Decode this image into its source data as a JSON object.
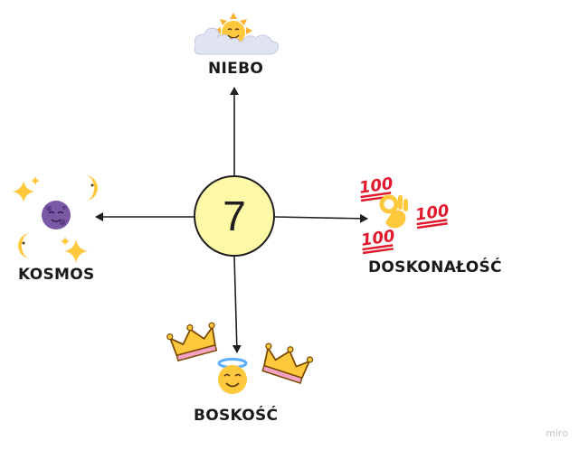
{
  "center": {
    "value": "7"
  },
  "branches": {
    "top": "NIEBO",
    "left": "KOSMOS",
    "right": "DOSKONAŁOŚĆ",
    "bottom": "BOSKOŚĆ"
  },
  "decorations": {
    "top": [
      "sun-behind-cloud-icon"
    ],
    "left": [
      "sparkles-icon",
      "crescent-moon-face-icon",
      "new-moon-face-icon",
      "crescent-moon-icon",
      "sparkles-icon"
    ],
    "right": [
      "hundred-points-icon",
      "ok-hand-icon",
      "hundred-points-icon",
      "hundred-points-icon"
    ],
    "bottom": [
      "crown-icon",
      "smiling-face-with-halo-icon",
      "crown-icon"
    ]
  },
  "colors": {
    "circle_fill": "#fef9a7",
    "stroke": "#1f1f1f",
    "hundred_red": "#e0192d",
    "emoji_yellow": "#ffc83d"
  },
  "watermark": "miro"
}
